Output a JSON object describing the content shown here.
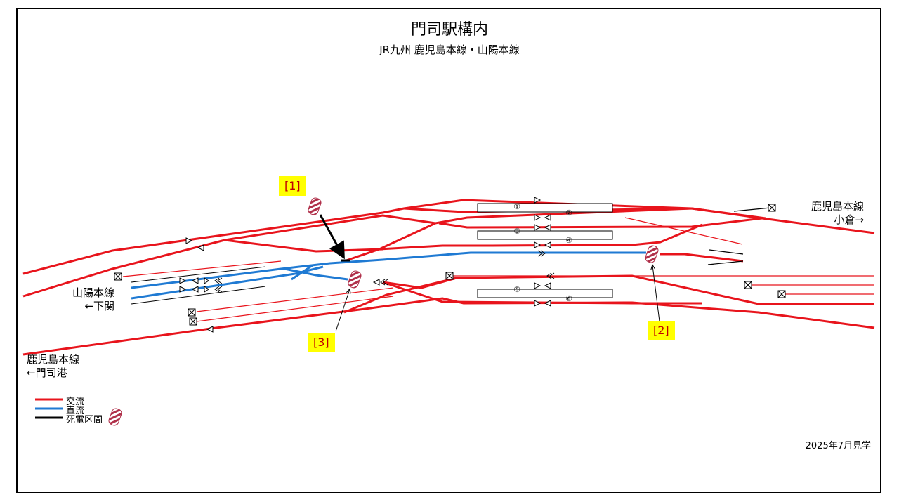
{
  "title": "門司駅構内",
  "subtitle": "JR九州  鹿児島本線・山陽本線",
  "destinations": {
    "kagoshima_kokura": {
      "line": "鹿児島本線",
      "dir": "小倉→"
    },
    "sanyo_shimonoseki": {
      "line": "山陽本線",
      "dir": "←下関"
    },
    "kagoshima_mojiko": {
      "line": "鹿児島本線",
      "dir": "←門司港"
    }
  },
  "platforms": [
    "①",
    "②",
    "③",
    "④",
    "⑤",
    "⑥"
  ],
  "callouts": [
    "[1]",
    "[2]",
    "[3]"
  ],
  "legend": [
    {
      "label": "交流",
      "color": "#e8141c"
    },
    {
      "label": "直流",
      "color": "#1f7ad3"
    },
    {
      "label": "死電区間",
      "color": "#000000"
    }
  ],
  "colors": {
    "ac": "#e8141c",
    "dc": "#1f7ad3",
    "dead": "#000000",
    "callout_bg": "#ffff00",
    "callout_text": "#c00000"
  },
  "date": "2025年7月見学"
}
